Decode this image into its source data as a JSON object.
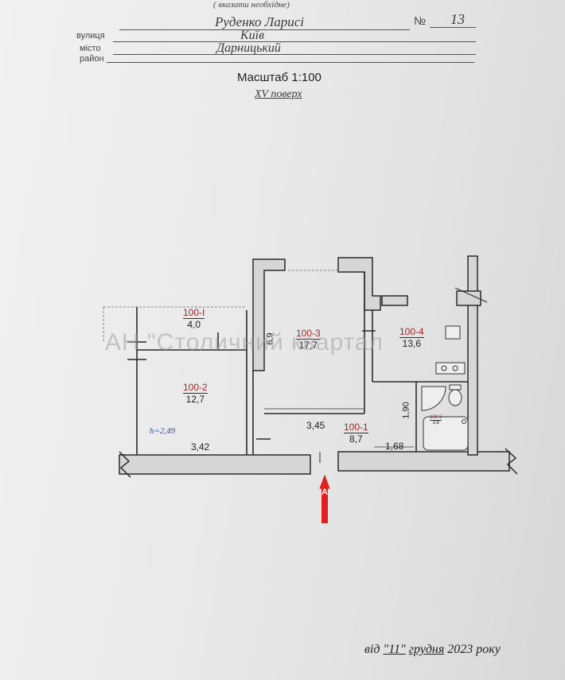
{
  "header": {
    "note": "( вказати необхідне)",
    "owner": "Руденко Ларисі",
    "number_label": "№",
    "number": "13",
    "street_label": "вулиця",
    "city_label": "місто",
    "city": "Київ",
    "district_label": "район",
    "district": "Дарницький"
  },
  "scale": "Масштаб 1:100",
  "floor": "XV поверх",
  "rooms": [
    {
      "id": "100-I",
      "area": "4,0"
    },
    {
      "id": "100-2",
      "area": "12,7"
    },
    {
      "id": "100-3",
      "area": "17,7"
    },
    {
      "id": "100-4",
      "area": "13,6"
    },
    {
      "id": "100-1",
      "area": "8,7"
    },
    {
      "id": "100-5",
      "area": "3,6"
    }
  ],
  "dimensions": {
    "height": "h=2,49",
    "width_left": "3,42",
    "width_mid": "3,45",
    "width_right": "1,68",
    "bath_len": "1,90",
    "wall_mid": "6,9"
  },
  "entrance_marker": "A",
  "watermark": "АН \"Столичний квартал",
  "date": {
    "prefix": "від",
    "day": "\"11\"",
    "month": "грудня",
    "year": "2023",
    "suffix": "року"
  },
  "colors": {
    "ink": "#2a2a2a",
    "red_mark": "#e02020"
  }
}
